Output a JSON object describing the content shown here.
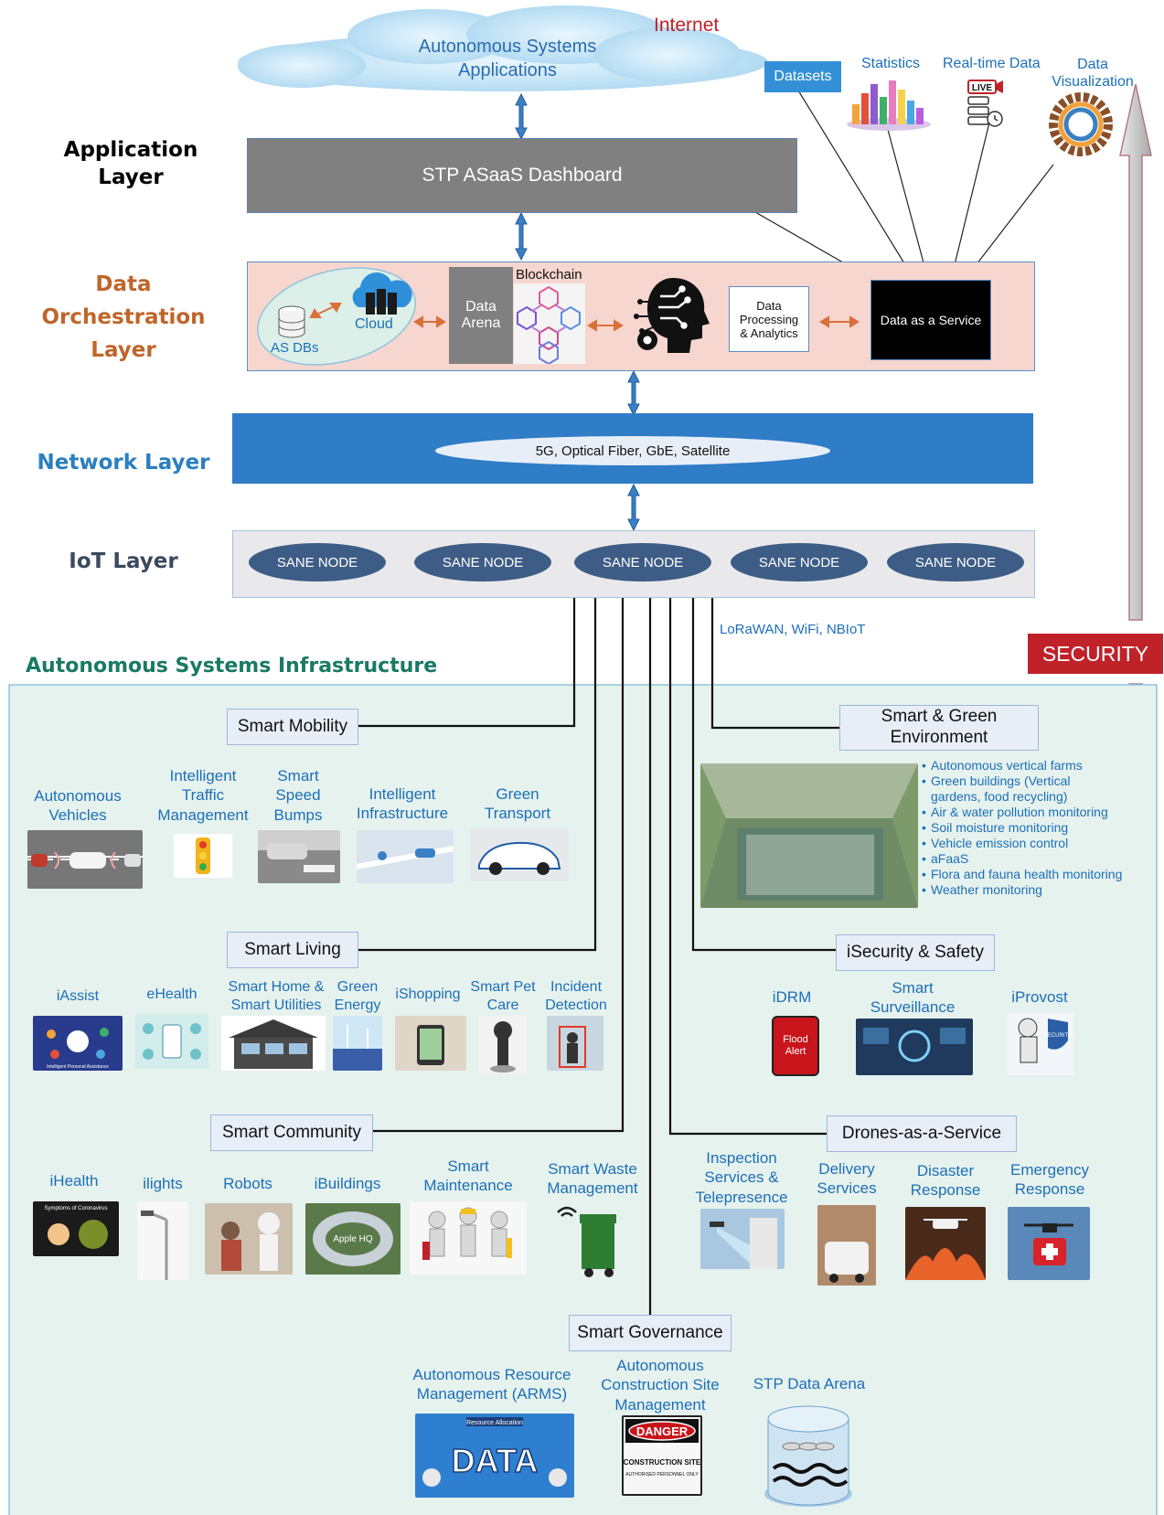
{
  "cloud": {
    "title_line1": "Autonomous Systems",
    "title_line2": "Applications",
    "internet": "Internet"
  },
  "outputs": {
    "datasets": "Datasets",
    "statistics": "Statistics",
    "realtime": "Real-time Data",
    "live_badge": "LIVE",
    "visualization_line1": "Data",
    "visualization_line2": "Visualization"
  },
  "layers": {
    "application": {
      "line1": "Application",
      "line2": "Layer",
      "color": "#000000"
    },
    "orchestration": {
      "line1": "Data",
      "line2": "Orchestration",
      "line3": "Layer",
      "color": "#c0652a"
    },
    "network": {
      "label": "Network Layer",
      "color": "#2a7fbf"
    },
    "iot": {
      "label": "IoT Layer",
      "color": "#3b4a5e"
    }
  },
  "dashboard": {
    "label": "STP ASaaS Dashboard"
  },
  "orchestration_box": {
    "as_dbs": "AS DBs",
    "cloud": "Cloud",
    "data_arena_line1": "Data",
    "data_arena_line2": "Arena",
    "blockchain": "Blockchain",
    "processing_line1": "Data",
    "processing_line2": "Processing",
    "processing_line3": "& Analytics",
    "daas": "Data as a Service"
  },
  "network": {
    "tech": "5G, Optical Fiber, GbE, Satellite"
  },
  "iot": {
    "nodes": [
      "SANE NODE",
      "SANE NODE",
      "SANE NODE",
      "SANE NODE",
      "SANE NODE"
    ],
    "protocols": "LoRaWAN, WiFi, NBIoT"
  },
  "security": {
    "label": "SECURITY"
  },
  "infrastructure": {
    "title": "Autonomous Systems Infrastructure"
  },
  "domains": {
    "mobility": {
      "label": "Smart Mobility",
      "items": [
        {
          "line1": "Autonomous",
          "line2": "Vehicles",
          "line3": ""
        },
        {
          "line1": "Intelligent",
          "line2": "Traffic",
          "line3": "Management"
        },
        {
          "line1": "Smart",
          "line2": "Speed",
          "line3": "Bumps"
        },
        {
          "line1": "Intelligent",
          "line2": "Infrastructure",
          "line3": ""
        },
        {
          "line1": "Green",
          "line2": "Transport",
          "line3": ""
        }
      ]
    },
    "environment": {
      "label_line1": "Smart & Green",
      "label_line2": "Environment",
      "bullets": [
        "Autonomous vertical farms",
        "Green buildings (Vertical gardens, food recycling)",
        "Air & water pollution monitoring",
        "Soil moisture monitoring",
        "Vehicle emission control",
        "aFaaS",
        "Flora and fauna health monitoring",
        "Weather monitoring"
      ]
    },
    "living": {
      "label": "Smart Living",
      "items": [
        {
          "line1": "iAssist",
          "line2": ""
        },
        {
          "line1": "eHealth",
          "line2": ""
        },
        {
          "line1": "Smart Home &",
          "line2": "Smart Utilities"
        },
        {
          "line1": "Green",
          "line2": "Energy"
        },
        {
          "line1": "iShopping",
          "line2": ""
        },
        {
          "line1": "Smart Pet",
          "line2": "Care"
        },
        {
          "line1": "Incident",
          "line2": "Detection"
        }
      ],
      "iassist_caption": "Intelligent Personal Assistance"
    },
    "security_safety": {
      "label": "iSecurity & Safety",
      "items": [
        {
          "line1": "iDRM",
          "line2": ""
        },
        {
          "line1": "Smart",
          "line2": "Surveillance"
        },
        {
          "line1": "iProvost",
          "line2": ""
        }
      ],
      "flood_line1": "Flood",
      "flood_line2": "Alert",
      "robot_badge": "SECURITY"
    },
    "community": {
      "label": "Smart Community",
      "items": [
        {
          "line1": "iHealth",
          "line2": ""
        },
        {
          "line1": "ilights",
          "line2": ""
        },
        {
          "line1": "Robots",
          "line2": ""
        },
        {
          "line1": "iBuildings",
          "line2": ""
        },
        {
          "line1": "Smart",
          "line2": "Maintenance"
        },
        {
          "line1": "Smart Waste",
          "line2": "Management"
        }
      ],
      "covid_caption": "Symptoms of Coronavirus",
      "apple_caption": "Apple HQ"
    },
    "drones": {
      "label": "Drones-as-a-Service",
      "items": [
        {
          "line1": "Inspection",
          "line2": "Services &",
          "line3": "Telepresence"
        },
        {
          "line1": "Delivery",
          "line2": "Services",
          "line3": ""
        },
        {
          "line1": "Disaster",
          "line2": "Response",
          "line3": ""
        },
        {
          "line1": "Emergency",
          "line2": "Response",
          "line3": ""
        }
      ]
    },
    "governance": {
      "label": "Smart Governance",
      "items": [
        {
          "line1": "Autonomous Resource",
          "line2": "Management (ARMS)",
          "line3": ""
        },
        {
          "line1": "Autonomous",
          "line2": "Construction Site",
          "line3": "Management"
        },
        {
          "line1": "STP Data Arena",
          "line2": "",
          "line3": ""
        }
      ],
      "arms_banner": "Resource Allocation",
      "arms_text": "DATA",
      "danger_title": "DANGER",
      "danger_line1": "CONSTRUCTION SITE",
      "danger_line2": "AUTHORISED PERSONNEL ONLY"
    }
  }
}
